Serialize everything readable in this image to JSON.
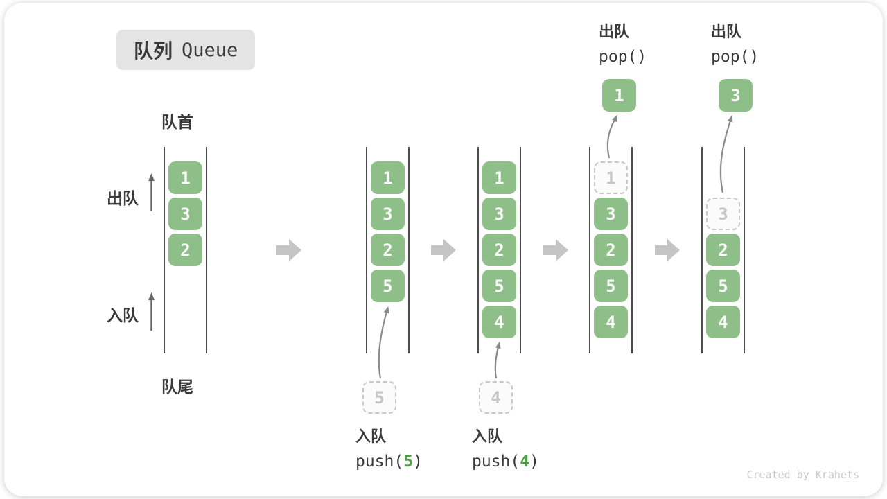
{
  "title": {
    "zh": "队列",
    "en": "Queue"
  },
  "side_labels": {
    "front": "队首",
    "rear": "队尾",
    "dequeue": "出队",
    "enqueue": "入队"
  },
  "watermark": "Created by Krahets",
  "colors": {
    "cell_green": "#8fbf88",
    "code_arg_green": "#4e9e47",
    "block_arrow_gray": "#c5c5c5",
    "thin_arrow_gray": "#888888",
    "text_dark": "#3a3a3a",
    "dashed_border_gray": "#c9c9c9",
    "badge_bg": "#e4e4e4"
  },
  "queues": [
    {
      "cells": [
        {
          "value": "1",
          "type": "solid"
        },
        {
          "value": "3",
          "type": "solid"
        },
        {
          "value": "2",
          "type": "solid"
        }
      ]
    },
    {
      "cells": [
        {
          "value": "1",
          "type": "solid"
        },
        {
          "value": "3",
          "type": "solid"
        },
        {
          "value": "2",
          "type": "solid"
        },
        {
          "value": "5",
          "type": "solid"
        }
      ],
      "incoming": "5",
      "op": {
        "action": "入队",
        "code_prefix": "push(",
        "code_arg": "5",
        "code_suffix": ")"
      }
    },
    {
      "cells": [
        {
          "value": "1",
          "type": "solid"
        },
        {
          "value": "3",
          "type": "solid"
        },
        {
          "value": "2",
          "type": "solid"
        },
        {
          "value": "5",
          "type": "solid"
        },
        {
          "value": "4",
          "type": "solid"
        }
      ],
      "incoming": "4",
      "op": {
        "action": "入队",
        "code_prefix": "push(",
        "code_arg": "4",
        "code_suffix": ")"
      }
    },
    {
      "cells": [
        {
          "value": "1",
          "type": "dashed"
        },
        {
          "value": "3",
          "type": "solid"
        },
        {
          "value": "2",
          "type": "solid"
        },
        {
          "value": "5",
          "type": "solid"
        },
        {
          "value": "4",
          "type": "solid"
        }
      ],
      "popped": "1",
      "op": {
        "action": "出队",
        "code_prefix": "pop(",
        "code_arg": "",
        "code_suffix": ")"
      }
    },
    {
      "cells": [
        {
          "value": "3",
          "type": "dashed"
        },
        {
          "value": "2",
          "type": "solid"
        },
        {
          "value": "5",
          "type": "solid"
        },
        {
          "value": "4",
          "type": "solid"
        }
      ],
      "popped": "3",
      "op": {
        "action": "出队",
        "code_prefix": "pop(",
        "code_arg": "",
        "code_suffix": ")"
      }
    }
  ]
}
